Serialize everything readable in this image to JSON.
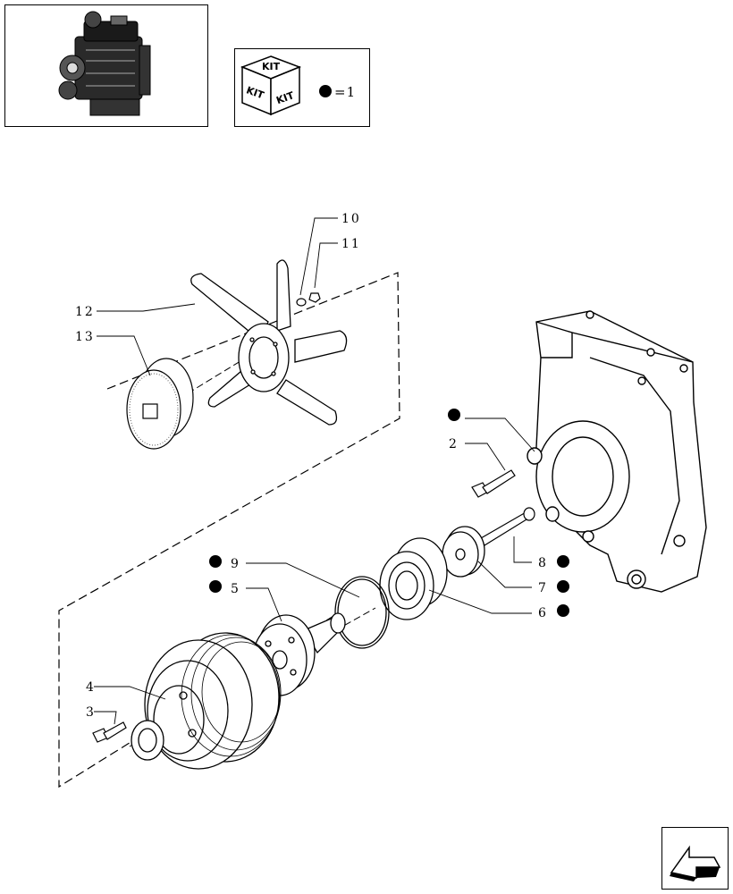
{
  "kit_box": {
    "kit_labels": [
      "KIT",
      "KIT",
      "KIT"
    ],
    "legend_text": "=1"
  },
  "callouts": {
    "n2": "2",
    "n3": "3",
    "n4": "4",
    "n5": "5",
    "n6": "6",
    "n7": "7",
    "n8": "8",
    "n9": "9",
    "n10": "10",
    "n11": "11",
    "n12": "12",
    "n13": "13"
  },
  "icons": {
    "engine": "engine-thumbnail-icon",
    "kit": "kit-cube-icon",
    "kit_dot": "kit-bullet-icon",
    "next": "next-page-arrow-icon"
  }
}
